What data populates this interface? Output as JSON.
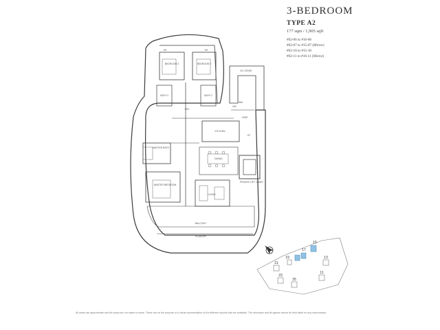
{
  "header": {
    "title": "3-BEDROOM",
    "type_label": "TYPE A2",
    "area": "177 sqm / 1,905 sqft",
    "units": [
      "#02-06 to #16-06",
      "#02-07 to #15-07 (Mirror)",
      "#02-10 to #15-10",
      "#02-11 to #16-11 (Mirror)"
    ]
  },
  "rooms": {
    "bedroom3": "BEDROOM 3",
    "bedroom2": "BEDROOM 2",
    "bath3": "BATH 3",
    "bath2": "BATH 2",
    "kitchen": "KITCHEN",
    "dining": "DINING",
    "living": "LIVING",
    "master_bath": "MASTER BATH",
    "master_bedroom": "MASTER BEDROOM",
    "ac_ledge": "AC LEDGE",
    "yard": "YARD",
    "ws": "WS",
    "ht": "HT",
    "private_lift_lobby": "PRIVATE LIFT LOBBY",
    "balcony": "BALCONY",
    "planter": "PLANTER",
    "wic": "WIC",
    "sh": "SH",
    "wm": "WM"
  },
  "keyplan": {
    "blocks": [
      "15",
      "17",
      "19",
      "21",
      "23",
      "25",
      "11",
      "13"
    ]
  },
  "footnote": "All areas are approximate and the plans are not drawn to scale. These are for the purpose of a visual representation of the different layouts that are available. The developer and its agents cannot be held liable for any inaccuracies.",
  "colors": {
    "line": "#3a3a3a",
    "highlight": "#8fc2e6"
  }
}
